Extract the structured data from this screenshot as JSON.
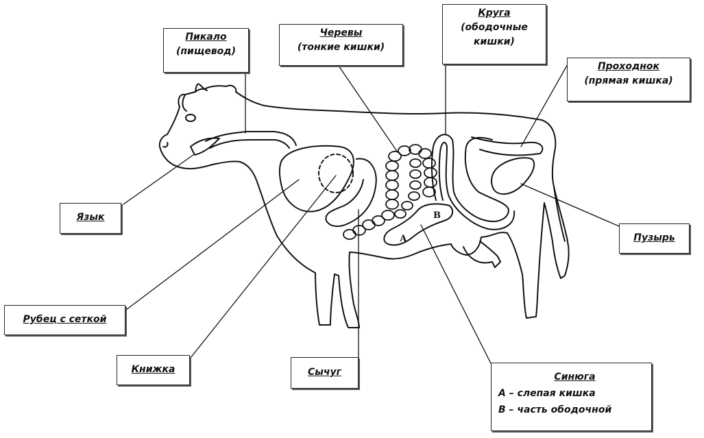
{
  "diagram": {
    "labels": {
      "esophagus": {
        "name": "Пикало",
        "sub": "(пищевод)"
      },
      "small_intestine": {
        "name": "Черевы",
        "sub": "(тонкие кишки)"
      },
      "colon": {
        "name": "Круга",
        "sub1": "(ободочные",
        "sub2": "кишки)"
      },
      "rectum": {
        "name": "Проходнок",
        "sub": "(прямая кишка)"
      },
      "tongue": {
        "name": "Язык"
      },
      "bladder": {
        "name": "Пузырь"
      },
      "rumen": {
        "name": "Рубец с сеткой"
      },
      "omasum": {
        "name": "Книжка"
      },
      "abomasum": {
        "name": "Сычуг"
      },
      "cecum_box": {
        "name": "Синюга",
        "line1": "А – слепая кишка",
        "line2": "В – часть ободочной"
      }
    },
    "markers": {
      "a": "А",
      "b": "В"
    },
    "colors": {
      "ink": "#111111",
      "background": "#ffffff"
    }
  }
}
